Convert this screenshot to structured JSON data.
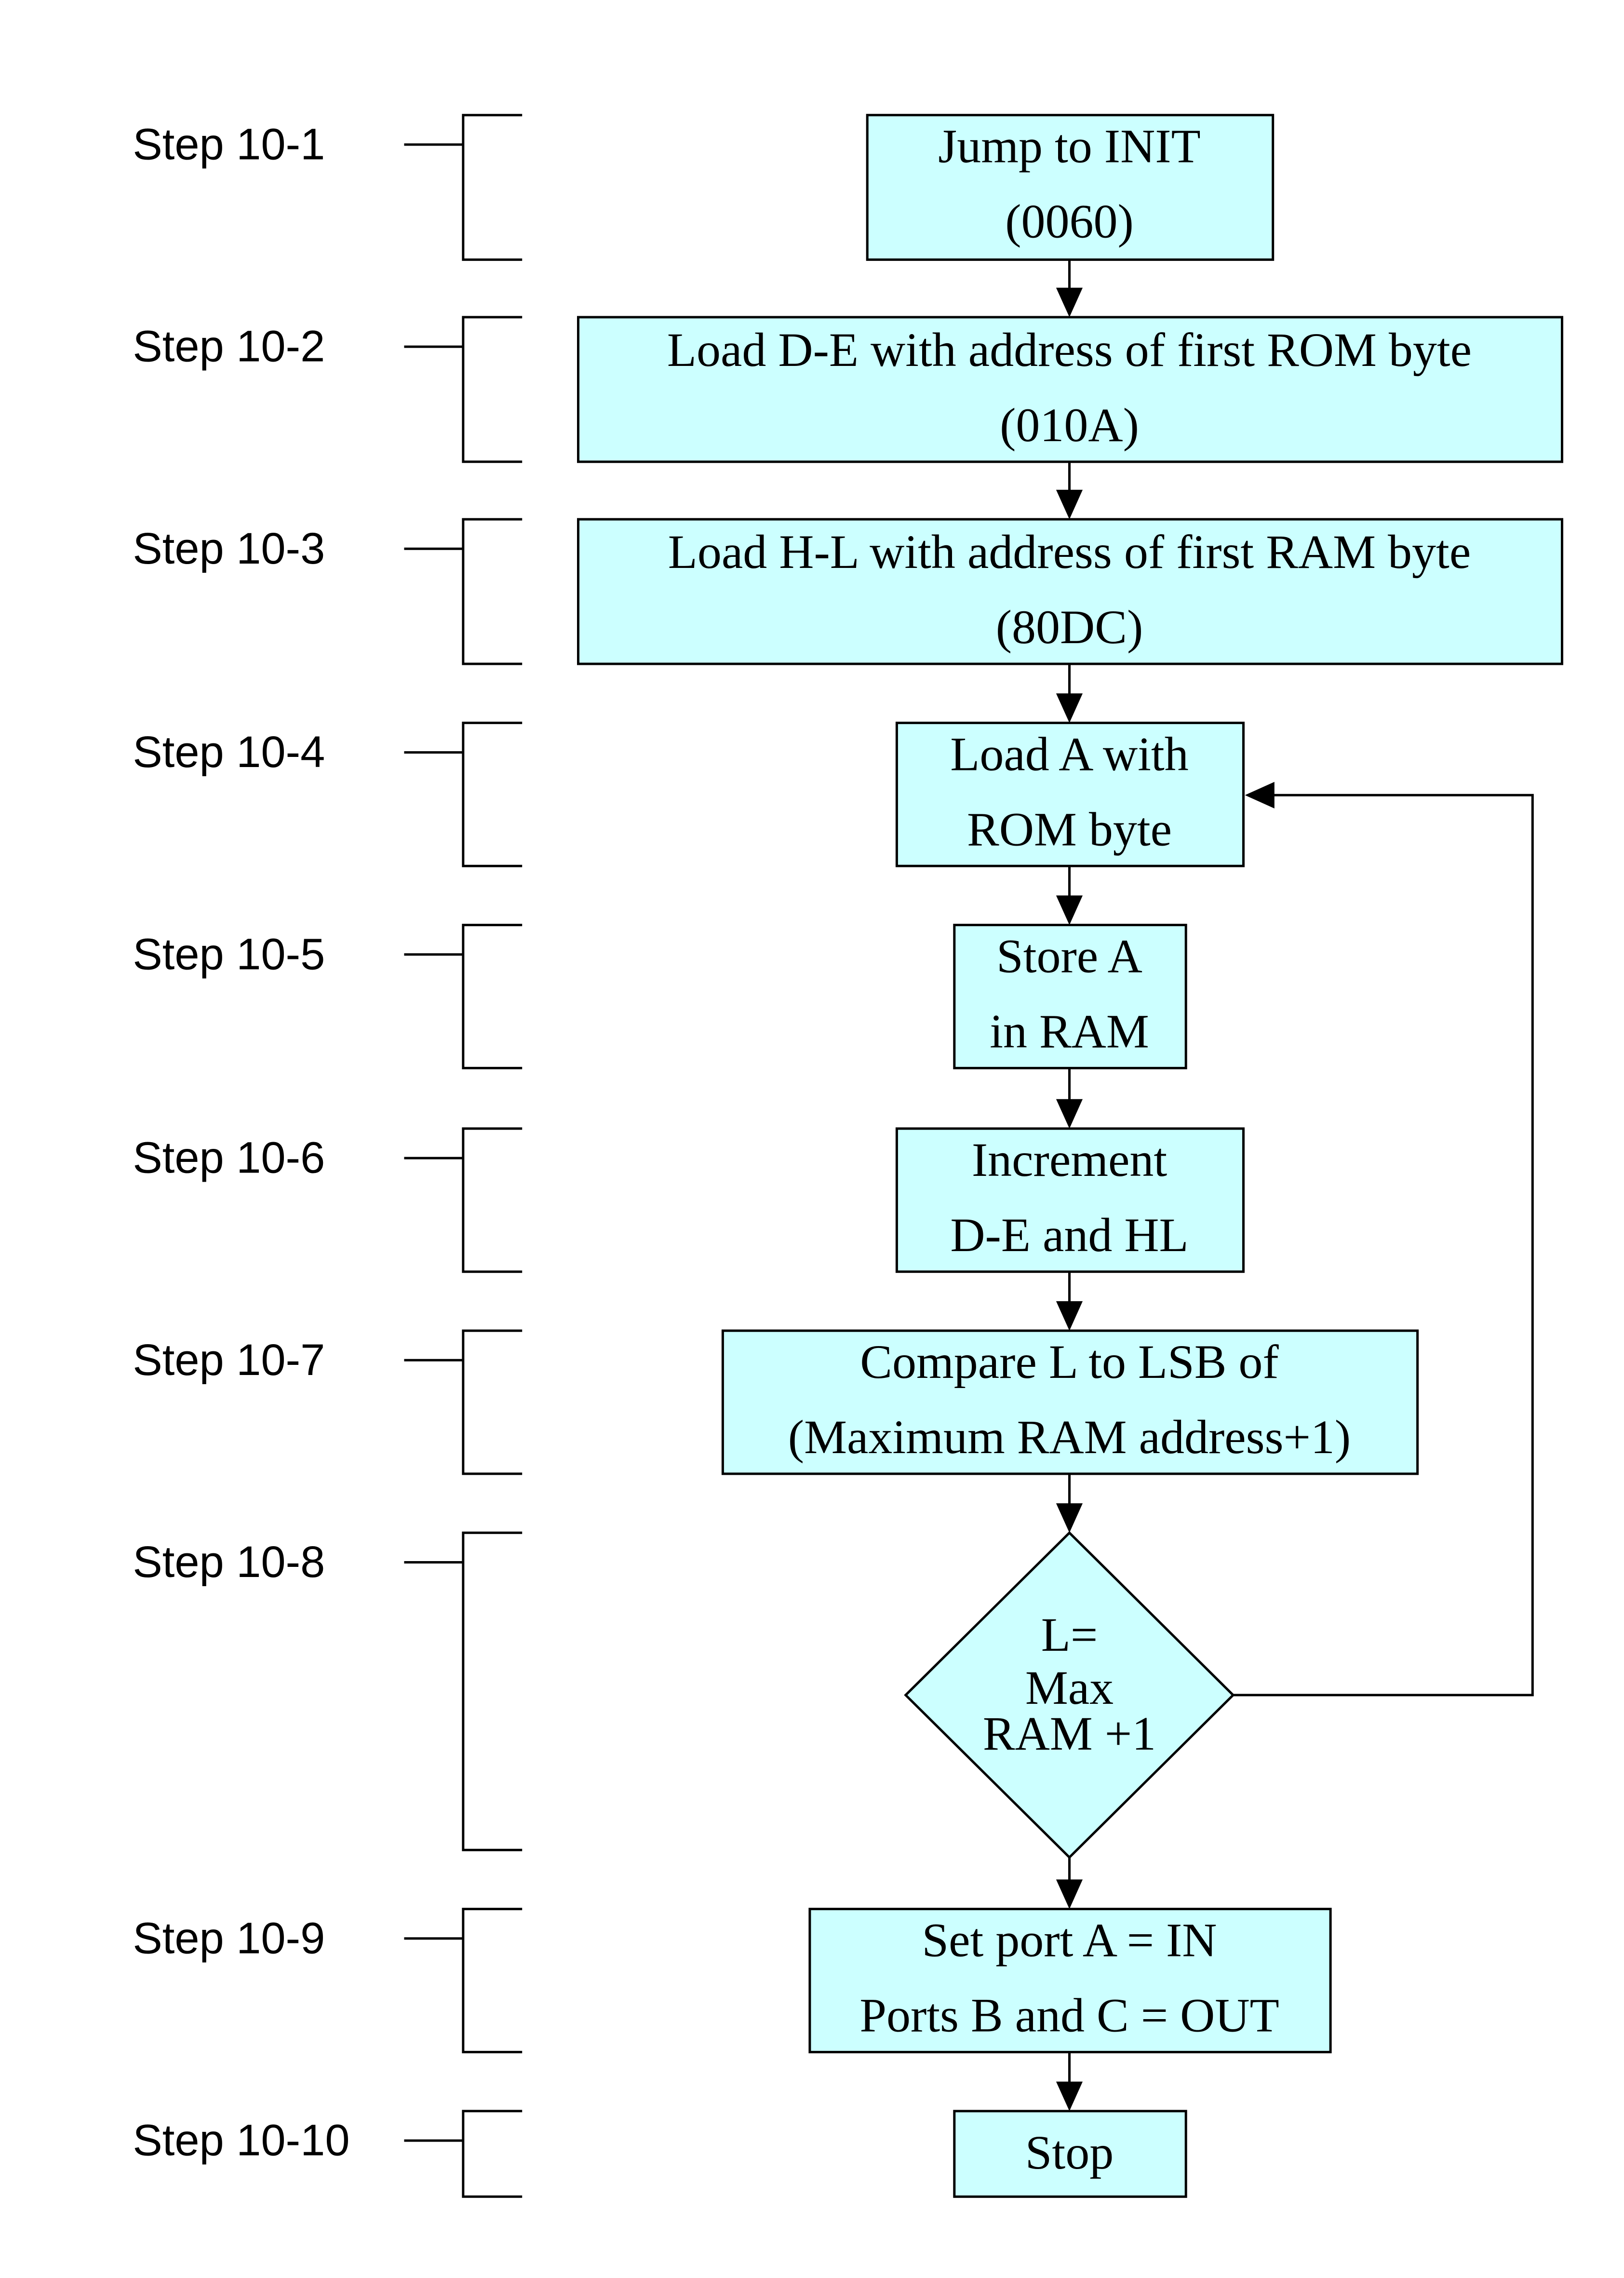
{
  "colors": {
    "box_fill": "#ccffff",
    "stroke": "#000000",
    "background": "#ffffff"
  },
  "steps": [
    {
      "label": "Step 10-1",
      "text": [
        "Jump to INIT",
        "(0060)"
      ]
    },
    {
      "label": "Step 10-2",
      "text": [
        "Load D-E with address of first ROM byte",
        "(010A)"
      ]
    },
    {
      "label": "Step 10-3",
      "text": [
        "Load H-L with address of first RAM byte",
        "(80DC)"
      ]
    },
    {
      "label": "Step 10-4",
      "text": [
        "Load A with",
        "ROM byte"
      ]
    },
    {
      "label": "Step 10-5",
      "text": [
        "Store A",
        "in RAM"
      ]
    },
    {
      "label": "Step 10-6",
      "text": [
        "Increment",
        "D-E and HL"
      ]
    },
    {
      "label": "Step 10-7",
      "text": [
        "Compare L to LSB of",
        "(Maximum RAM address+1)"
      ]
    },
    {
      "label": "Step 10-8",
      "text": [
        "L=",
        "Max",
        "RAM +1"
      ]
    },
    {
      "label": "Step 10-9",
      "text": [
        "Set port A = IN",
        "Ports B and C = OUT"
      ]
    },
    {
      "label": "Step 10-10",
      "text": [
        "Stop"
      ]
    }
  ]
}
